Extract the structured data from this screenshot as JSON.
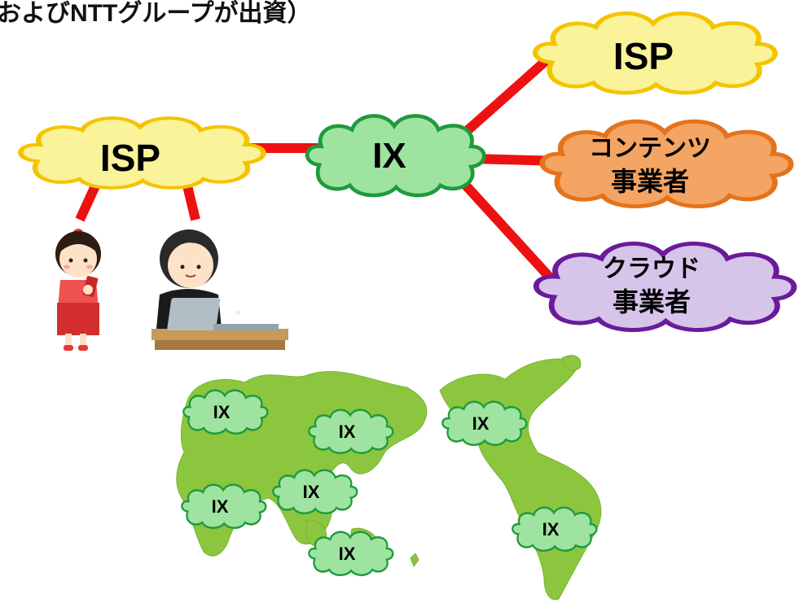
{
  "title": "およびNTTグループが出資）",
  "nodes": {
    "isp_left": {
      "label": "ISP"
    },
    "ix_center": {
      "label": "IX"
    },
    "isp_right": {
      "label": "ISP"
    },
    "content": {
      "line1": "コンテンツ",
      "line2": "事業者"
    },
    "cloud_provider": {
      "line1": "クラウド",
      "line2": "事業者"
    }
  },
  "map_ix": [
    {
      "label": "IX"
    },
    {
      "label": "IX"
    },
    {
      "label": "IX"
    },
    {
      "label": "IX"
    },
    {
      "label": "IX"
    },
    {
      "label": "IX"
    },
    {
      "label": "IX"
    }
  ],
  "colors": {
    "link": "#ee1111",
    "isp_fill": "#fbf39a",
    "isp_stroke": "#f4c400",
    "ix_fill": "#9fe3a0",
    "ix_stroke": "#1f9a3c",
    "content_fill": "#f4a463",
    "content_stroke": "#e4731d",
    "cloud_fill": "#d6c4ea",
    "cloud_stroke": "#6a1b9a",
    "map_land": "#8cc63f"
  }
}
